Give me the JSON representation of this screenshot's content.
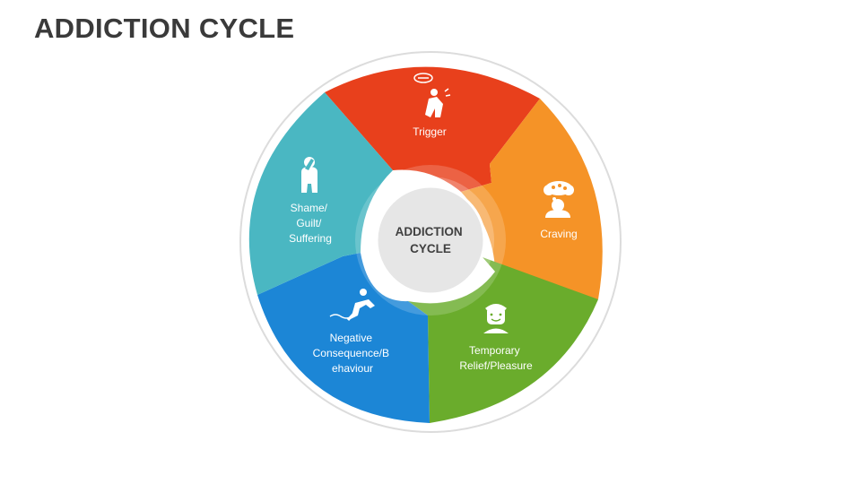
{
  "title": "ADDICTION CYCLE",
  "hub": {
    "lines": [
      "ADDICTION",
      "CYCLE"
    ]
  },
  "segments": [
    {
      "name": "trigger",
      "lines": [
        "Trigger"
      ],
      "color": "#e8401c",
      "icon": "trigger-person-icon"
    },
    {
      "name": "craving",
      "lines": [
        "Craving"
      ],
      "color": "#f59327",
      "icon": "craving-thought-icon"
    },
    {
      "name": "relief",
      "lines": [
        "Temporary",
        "Relief/Pleasure"
      ],
      "color": "#6aac2c",
      "icon": "smiling-person-icon"
    },
    {
      "name": "negative",
      "lines": [
        "Negative",
        "Consequence/B",
        "ehaviour"
      ],
      "color": "#1c86d6",
      "icon": "falling-person-icon"
    },
    {
      "name": "shame",
      "lines": [
        "Shame/",
        "Guilt/",
        "Suffering"
      ],
      "color": "#4ab7c2",
      "icon": "ashamed-person-icon"
    }
  ],
  "colors": {
    "ring": "#dcdcdc",
    "hub": "#e6e6e6",
    "title": "#3a3a3a"
  }
}
